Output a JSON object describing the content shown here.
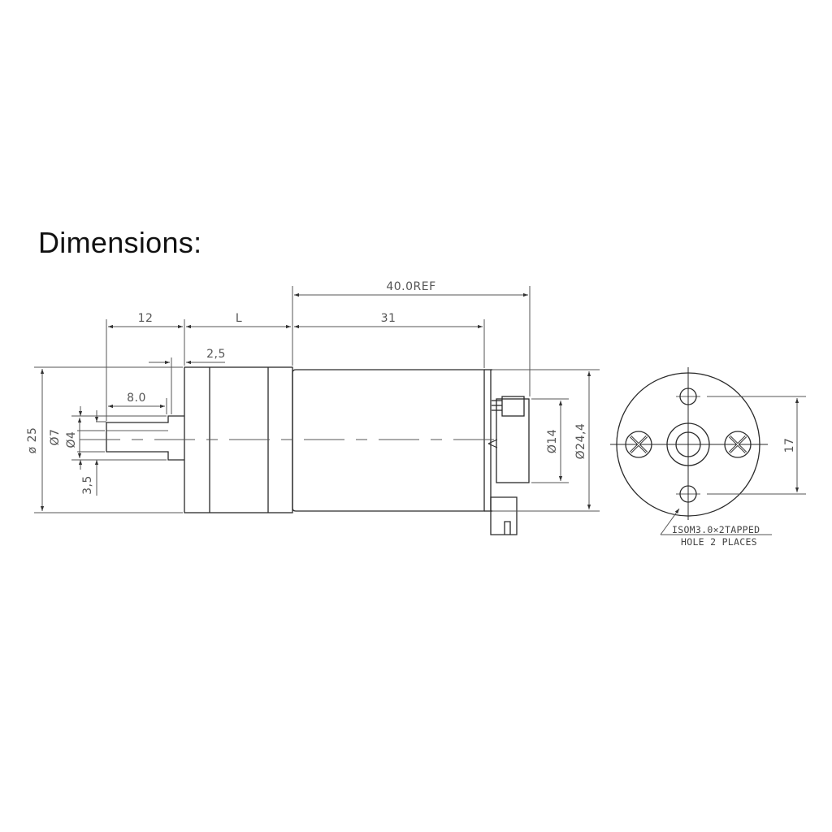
{
  "title": "Dimensions:",
  "side_view": {
    "dimensions": {
      "overall_ref": "40.0REF",
      "motor_body_length": "31",
      "gearbox_length": "L",
      "shaft_length": "12",
      "flat_length": "8.0",
      "shaft_shoulder": "2,5",
      "gearbox_diameter": "ø 25",
      "shaft_boss_diameter": "Ø7",
      "shaft_diameter": "Ø4",
      "flat_depth": "3,5",
      "end_cap_boss_diameter": "Ø14",
      "motor_diameter": "Ø24,4"
    }
  },
  "end_view": {
    "dimensions": {
      "hole_spacing": "17"
    },
    "note": {
      "line1": "ISOM3.0×2TAPPED",
      "line2": "HOLE 2 PLACES"
    }
  },
  "colors": {
    "line": "#2a2a2a",
    "dim_line": "#555555",
    "background": "#ffffff"
  }
}
